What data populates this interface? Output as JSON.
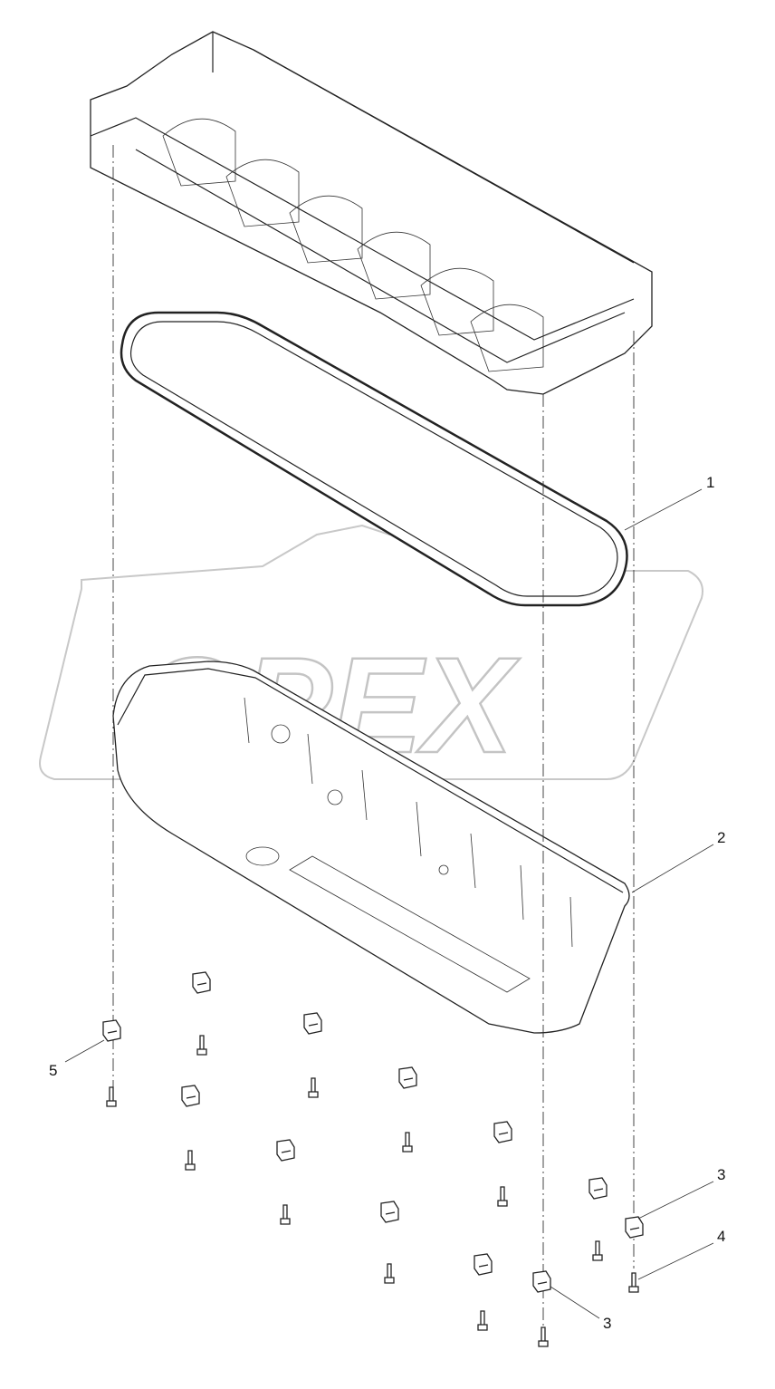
{
  "watermark": {
    "text": "OPEX",
    "color": "#c4c4c4"
  },
  "callouts": [
    {
      "label": "1",
      "part": "gasket"
    },
    {
      "label": "2",
      "part": "oil-pan"
    },
    {
      "label": "3",
      "part": "clip"
    },
    {
      "label": "4",
      "part": "bolt"
    },
    {
      "label": "3",
      "part": "clip"
    },
    {
      "label": "5",
      "part": "clip"
    }
  ]
}
